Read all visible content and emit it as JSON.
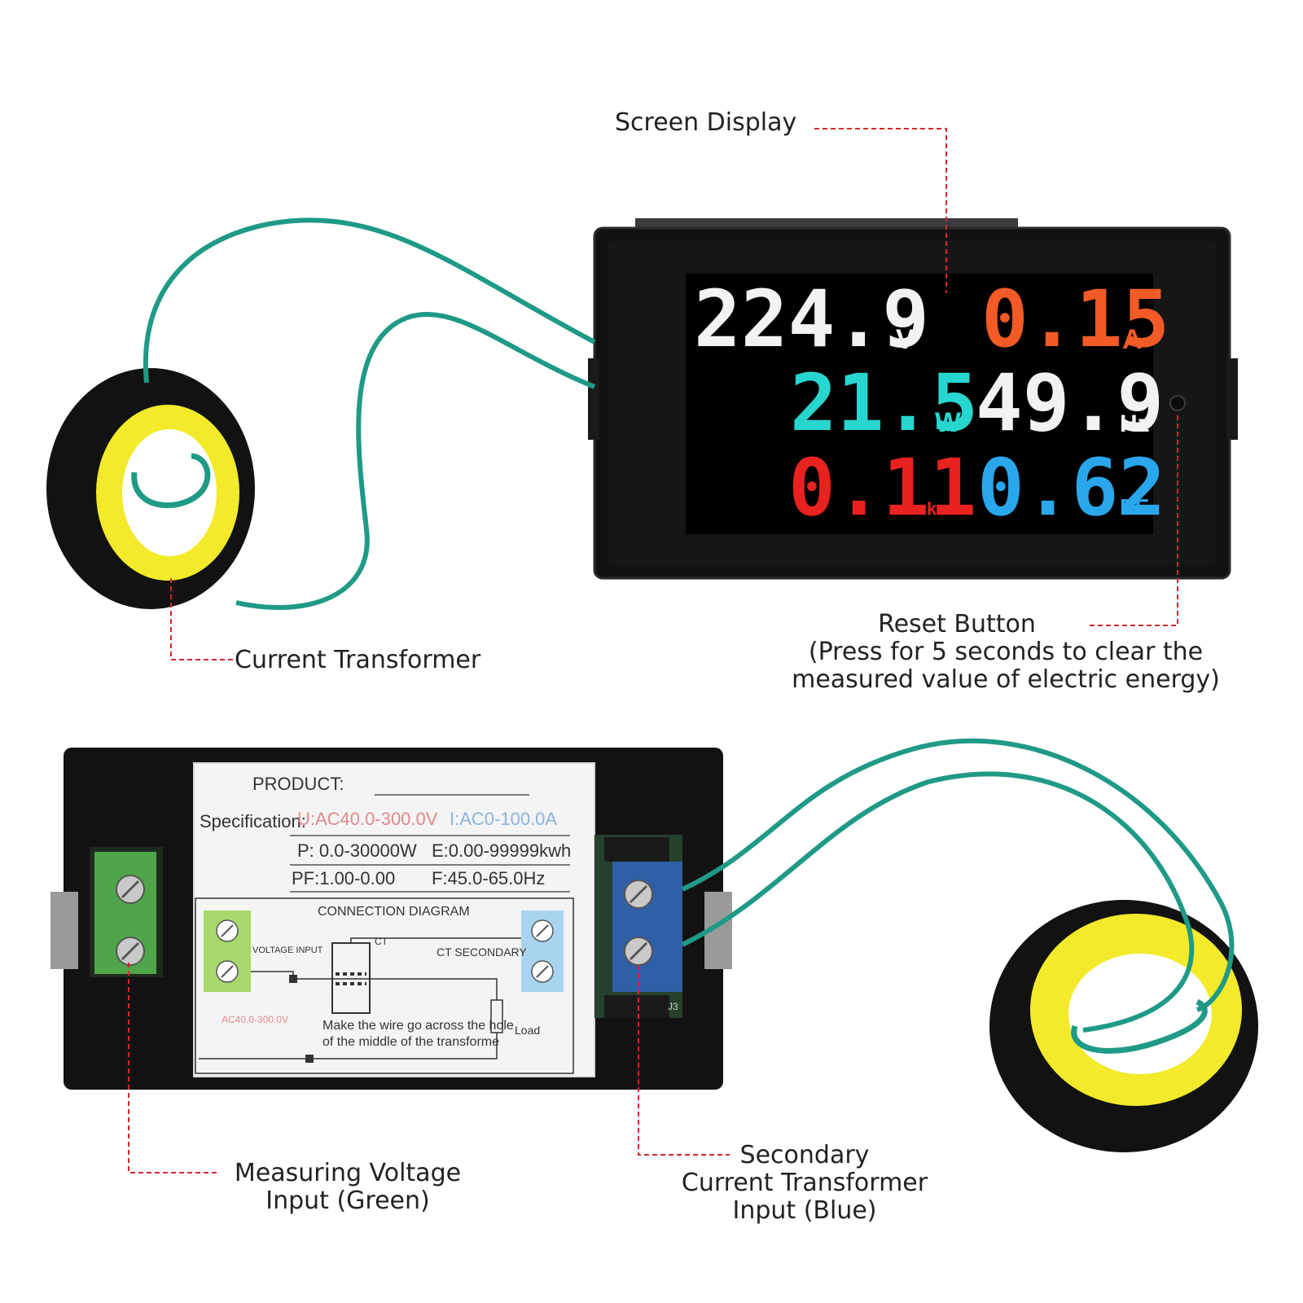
{
  "callouts": {
    "screen_display": "Screen Display",
    "current_transformer": "Current Transformer",
    "reset_button": {
      "line1": "Reset Button",
      "line2": "(Press for 5 seconds to clear the",
      "line3": "measured value of electric energy)"
    },
    "measuring_voltage": {
      "line1": "Measuring Voltage",
      "line2": "Input (Green)"
    },
    "secondary_ct": {
      "line1": "Secondary",
      "line2": "Current Transformer",
      "line3": "Input (Blue)"
    }
  },
  "display": {
    "voltage": {
      "value": "224.9",
      "unit": "V"
    },
    "current": {
      "value": "0.15",
      "unit": "A"
    },
    "power": {
      "value": "21.5",
      "unit": "W"
    },
    "frequency": {
      "value": "49.9",
      "unit": "Hz"
    },
    "energy": {
      "value": "0.11",
      "unit": "kwh"
    },
    "power_factor": {
      "value": "0.62",
      "unit": "PF"
    }
  },
  "label_sticker": {
    "product": "PRODUCT:",
    "specification": "Specification:",
    "voltage_spec": "U:AC40.0-300.0V",
    "current_spec": "I:AC0-100.0A",
    "power_spec": "P: 0.0-30000W",
    "energy_spec": "E:0.00-99999kwh",
    "pf_spec": "PF:1.00-0.00",
    "freq_spec": "F:45.0-65.0Hz",
    "diagram_title": "CONNECTION DIAGRAM",
    "voltage_input": "VOLTAGE INPUT",
    "ct": "CT",
    "ct_secondary": "CT SECONDARY",
    "ac_range": "AC40.0-300.0V",
    "instruction_1": "Make the wire go across the hole",
    "instruction_2": "of the middle of the transforme",
    "load": "Load"
  },
  "connector_label": "J3",
  "colors": {
    "voltage": "#f2f2f2",
    "current": "#f25a26",
    "power": "#27d6cf",
    "frequency": "#f2f2f2",
    "energy": "#e8221f",
    "power_factor": "#2aa7ec",
    "leader_line": "#d8262d",
    "wire": "#1f9a86",
    "ct_core": "#f2ea2a",
    "terminal_green": "#4fa64a",
    "terminal_blue": "#2f5fa7"
  }
}
